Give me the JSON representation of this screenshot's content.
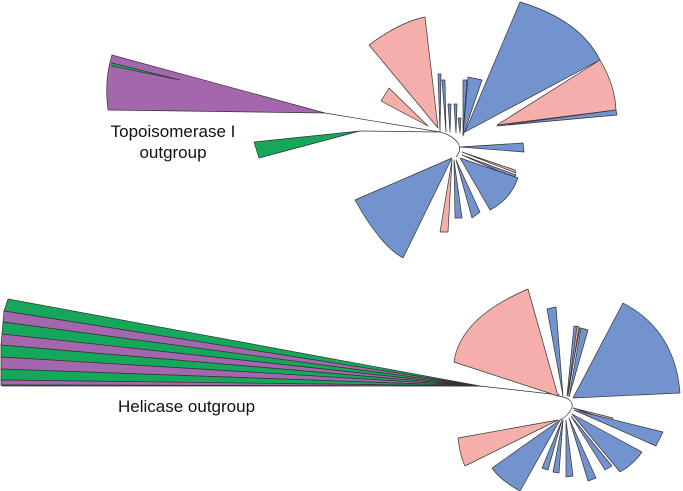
{
  "labels": {
    "topoisomerase_line1": "Topoisomerase I",
    "topoisomerase_line2": "outgroup",
    "helicase": "Helicase outgroup"
  },
  "colors": {
    "blue_clade": "#7393cf",
    "pink_clade": "#f5aeaa",
    "purple_clade": "#a467ae",
    "green_clade": "#16a85a",
    "stroke": "#333333",
    "background": "#ffffff"
  }
}
